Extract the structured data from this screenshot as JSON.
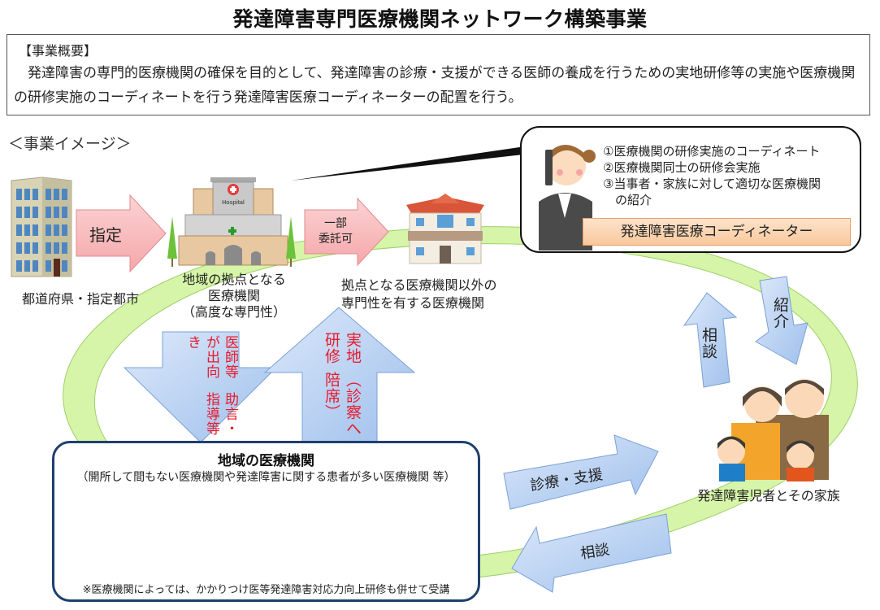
{
  "title": "発達障害専門医療機関ネットワーク構築事業",
  "summary": {
    "heading": "【事業概要】",
    "body": "発達障害の専門的医療機関の確保を目的として、発達障害の診療・支援ができる医師の養成を行うための実地研修等の実施や医療機関の研修実施のコーディネートを行う発達障害医療コーディネーターの配置を行う。"
  },
  "image_heading": "＜事業イメージ＞",
  "nodes": {
    "prefecture": {
      "label": "都道府県・指定都市",
      "icon": "office-building-icon"
    },
    "hub_hospital": {
      "label_lines": [
        "地域の拠点となる",
        "医療機関",
        "（高度な専門性）"
      ],
      "icon": "hospital-icon",
      "sign": "Hospital"
    },
    "other_specialist": {
      "label_lines": [
        "拠点となる医療機関以外の",
        "専門性を有する医療機関"
      ],
      "icon": "house-clinic-icon"
    },
    "family": {
      "label": "発達障害児者とその家族",
      "icon": "family-icon"
    },
    "local_institutions": {
      "title": "地域の医療機関",
      "subtitle": "（開所して間もない医療機関や発達障害に関する患者が多い医療機関 等）",
      "note": "※医療機関によっては、かかりつけ医等発達障害対応力向上研修も併せて受講",
      "icon": "clinic-icon"
    }
  },
  "coordinator": {
    "items": [
      "①医療機関の研修実施のコーディネート",
      "②医療機関同士の研修会実施",
      "③当事者・家族に対して適切な医療機関",
      "　の紹介"
    ],
    "label": "発達障害医療コーディネーター",
    "icon": "coordinator-on-phone-icon"
  },
  "arrows": {
    "designate": "指定",
    "partial_delegation": [
      "一部",
      "委託可"
    ],
    "dispatch_advice": [
      "医師等が出向き",
      "助言・指導等"
    ],
    "onsite_training": [
      "実地研修",
      "（診察へ陪席）"
    ],
    "consult_up": "相談",
    "referral": "紹介",
    "care_support": "診療・支援",
    "consult_back": "相談"
  },
  "colors": {
    "pink_arrow": "#f7b6b8",
    "blue_arrow": "#b9d1f2",
    "ring": "#d6f5a8",
    "red_text": "#e8192c",
    "navy_border": "#1f3f6e",
    "coordinator_label": "#f9c89b"
  }
}
